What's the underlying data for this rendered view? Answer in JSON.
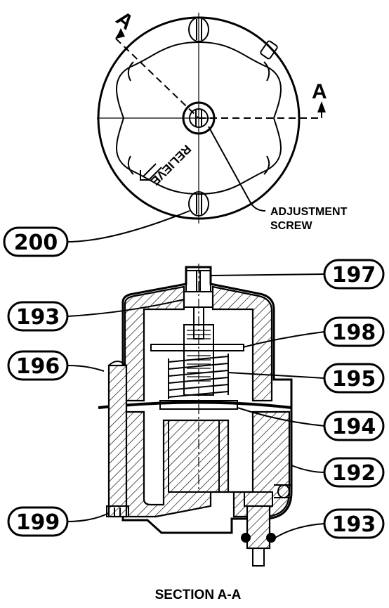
{
  "top_view": {
    "section_marker_top": "A",
    "section_marker_right": "A",
    "relieve_text": "RELIEVE",
    "callout_adjustment_line1": "ADJUSTMENT",
    "callout_adjustment_line2": "SCREW"
  },
  "callouts": {
    "c200": "200",
    "c197": "197",
    "c193_upper": "193",
    "c198": "198",
    "c196": "196",
    "c195": "195",
    "c194": "194",
    "c192": "192",
    "c199": "199",
    "c193_lower": "193"
  },
  "caption": "SECTION A-A"
}
